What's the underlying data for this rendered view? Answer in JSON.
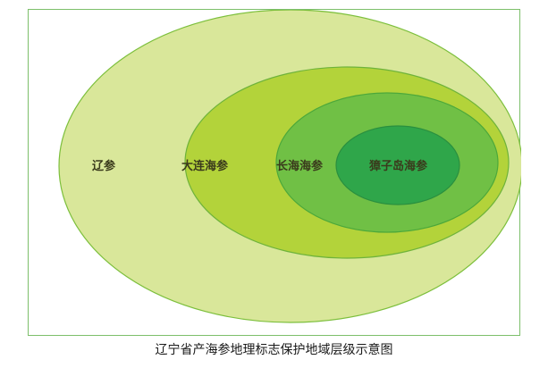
{
  "diagram": {
    "regions": [
      {
        "label": "辽参",
        "fill": "#d9e79a",
        "stroke": "#7cbf3c"
      },
      {
        "label": "大连海参",
        "fill": "#b3d33a",
        "stroke": "#6eb33a"
      },
      {
        "label": "长海海参",
        "fill": "#70c045",
        "stroke": "#4ca83a"
      },
      {
        "label": "獐子岛海参",
        "fill": "#2fa64a",
        "stroke": "#2a8f3f"
      }
    ]
  },
  "caption": "辽宁省产海参地理标志保护地域层级示意图"
}
